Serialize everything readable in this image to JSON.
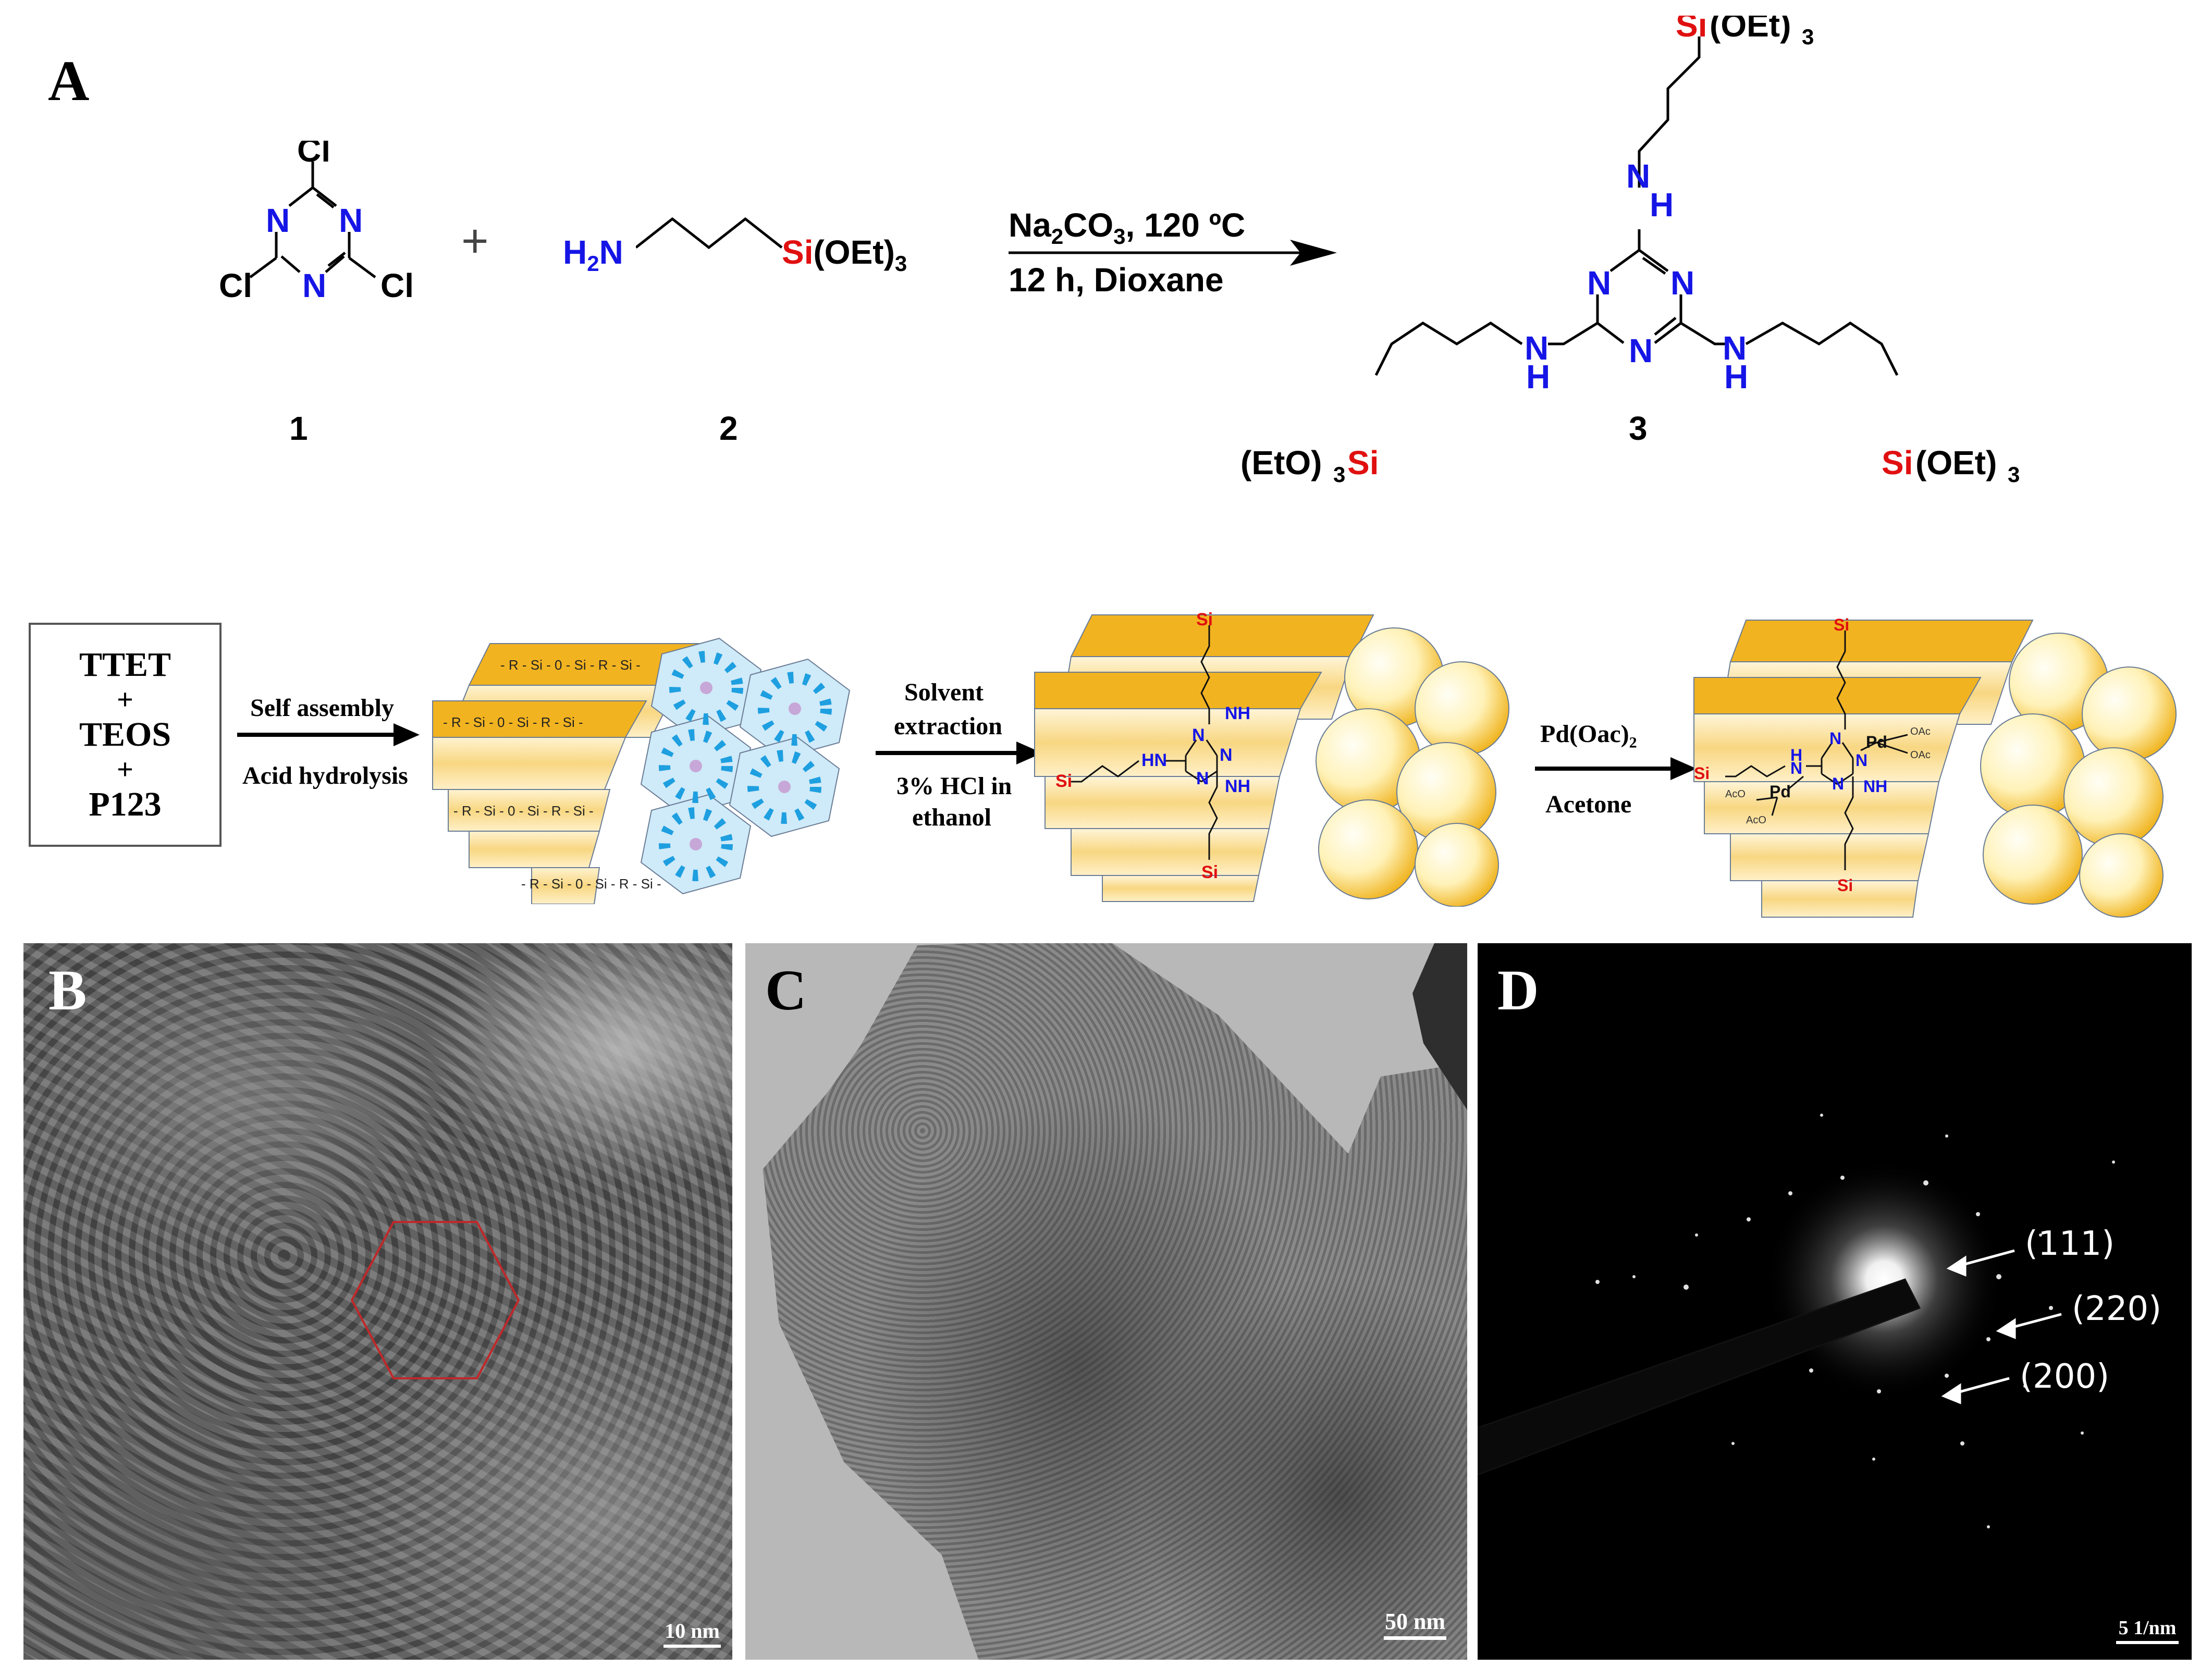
{
  "panels": {
    "a": "A",
    "b": "B",
    "c": "C",
    "d": "D"
  },
  "reaction": {
    "cl": "Cl",
    "n": "N",
    "plus": "+",
    "h2n_h": "H",
    "h2n_sub": "2",
    "h2n_n": "N",
    "si": "Si",
    "oet3": "(OEt)",
    "sub3": "3",
    "eto3": "(EtO)",
    "nh_n": "N",
    "nh_h": "H",
    "cond_na": "Na",
    "cond_sub2": "2",
    "cond_co": "CO",
    "cond_sub3": "3",
    "cond_temp": ", 120 ºC",
    "cond_line2": "12 h,  Dioxane",
    "label_1": "1",
    "label_2": "2",
    "label_3": "3"
  },
  "scheme": {
    "reagents": [
      "TTET",
      "+",
      "TEOS",
      "+",
      "P123"
    ],
    "step1_top": "Self  assembly",
    "step1_bottom": "Acid hydrolysis",
    "step2_top_1": "Solvent",
    "step2_top_2": "extraction",
    "step2_bottom_1": "3% HCl in",
    "step2_bottom_2": "ethanol",
    "step3_top": "Pd(Oac)",
    "step3_top_sub": "2",
    "step3_bottom": "Acetone",
    "wall_rows": [
      "- R - Si - 0 - Si - R - Si -",
      "- R - Si - 0 - Si - R - Si -",
      "- R - Si - 0 - Si - R - Si -",
      "- R - Si - 0 - Si - R - Si -"
    ],
    "si": "Si",
    "nh": "NH",
    "hn": "HN",
    "n": "N",
    "pd": "Pd",
    "oac": "OAc",
    "aco": "AcO",
    "h": "H"
  },
  "micrographs": {
    "b_scale": "10 nm",
    "c_scale": "50 nm",
    "d_scale": "5 1/nm",
    "d_planes": [
      "(111)",
      "(220)",
      "(200)"
    ]
  },
  "colors": {
    "nitrogen": "#1515e6",
    "silicon": "#e01010",
    "gold": "#f2b320",
    "sphere": "#f6c22a",
    "hex_outline": "#c0282a",
    "ttet_drop": "#1e9fe0"
  }
}
